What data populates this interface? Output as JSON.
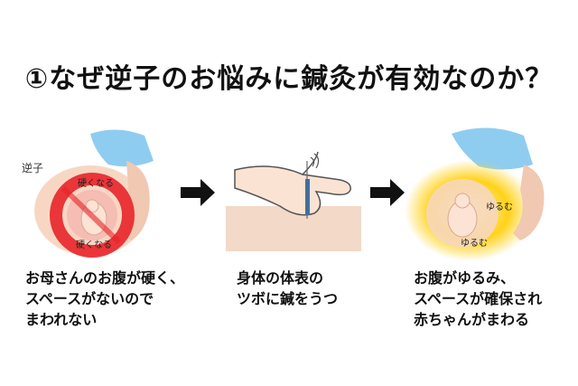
{
  "title": "①なぜ逆子のお悩みに鍼灸が有効なのか？",
  "panel1": {
    "label_breech": "逆子",
    "label_hard_top": "硬くなる",
    "label_hard_bottom": "硬くなる",
    "caption": "お母さんのお腹が硬く、\nスペースがないので\nまわれない"
  },
  "panel2": {
    "caption": "身体の体表の\nツボに鍼をうつ"
  },
  "panel3": {
    "label_loose_top": "ゆるむ",
    "label_loose_bottom": "ゆるむ",
    "caption": "お腹がゆるみ、\nスペースが確保され\n赤ちゃんがまわる"
  },
  "colors": {
    "shirt": "#8fcdf0",
    "skin": "#f7d7c4",
    "hard_red": "#e8242a",
    "glow_yellow": "#ffd21a"
  }
}
